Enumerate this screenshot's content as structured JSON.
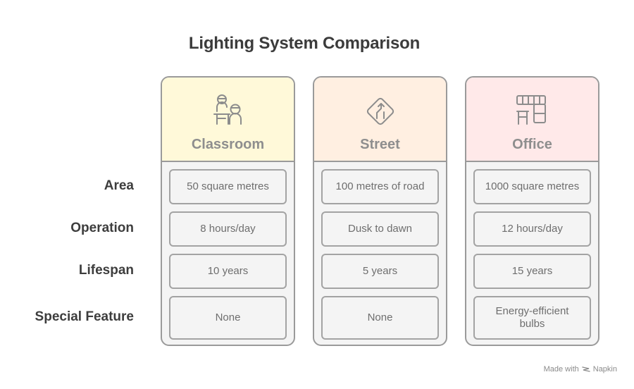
{
  "title": "Lighting System Comparison",
  "row_labels": [
    "Area",
    "Operation",
    "Lifespan",
    "Special Feature"
  ],
  "columns": [
    {
      "name": "Classroom",
      "icon": "teacher-students-icon",
      "header_color": "#fff9d9",
      "cells": [
        "50 square metres",
        "8 hours/day",
        "10 years",
        "None"
      ]
    },
    {
      "name": "Street",
      "icon": "road-sign-icon",
      "header_color": "#ffefe1",
      "cells": [
        "100 metres of road",
        "Dusk to dawn",
        "5 years",
        "None"
      ]
    },
    {
      "name": "Office",
      "icon": "office-building-icon",
      "header_color": "#ffe9e9",
      "cells": [
        "1000 square metres",
        "12 hours/day",
        "15 years",
        "Energy-efficient bulbs"
      ]
    }
  ],
  "watermark": {
    "text": "Made with",
    "brand": "Napkin",
    "icon": "napkin-logo-icon"
  }
}
